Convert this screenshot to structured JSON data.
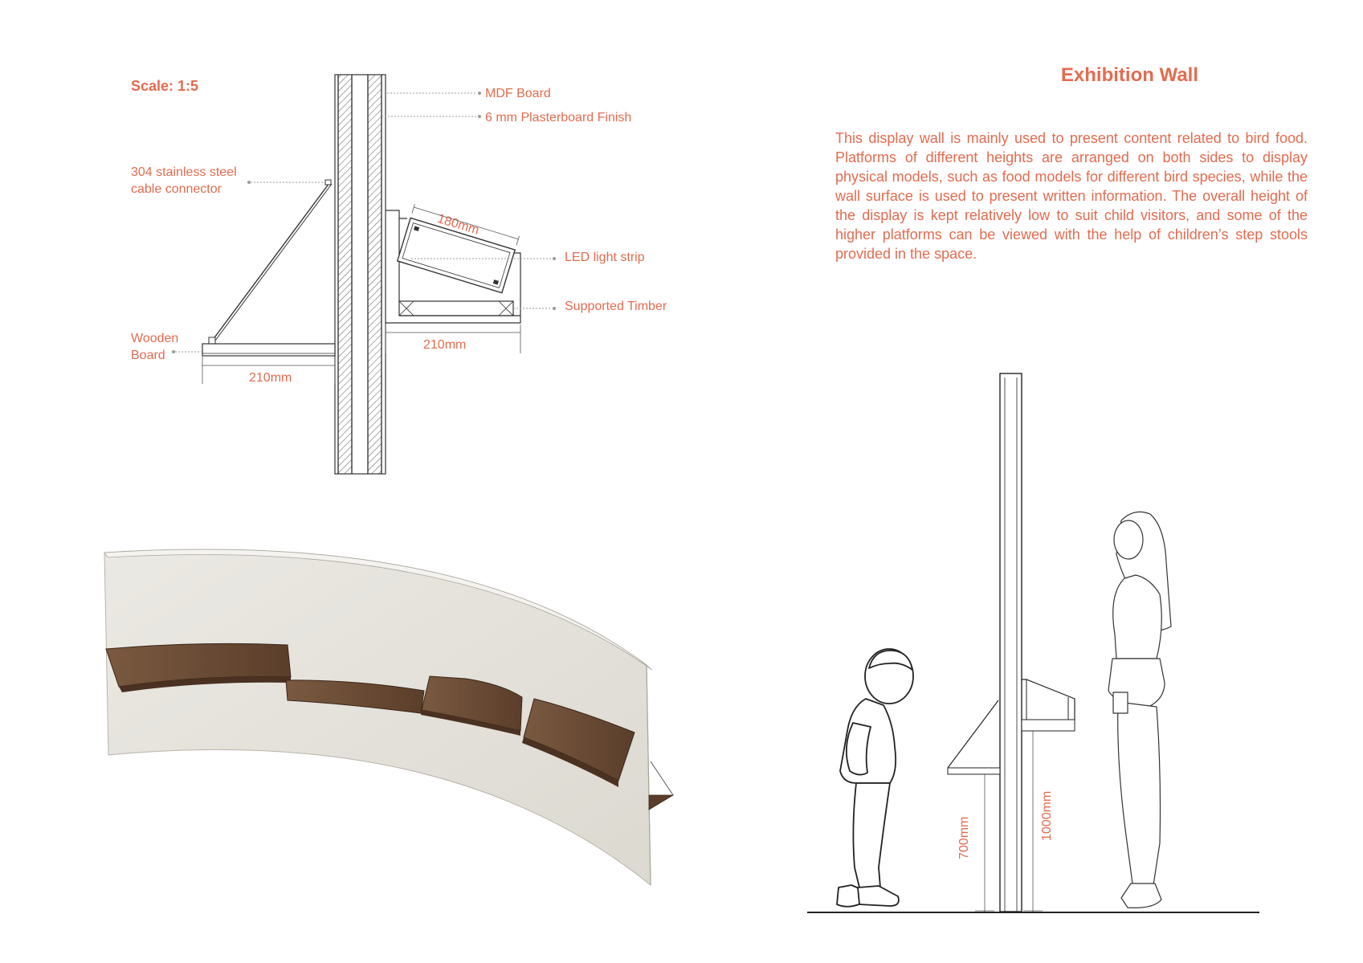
{
  "title": "Exhibition Wall",
  "description": "This display wall is mainly used to present content related to bird food. Platforms of different heights are arranged on both sides to display physical models, such as food models for different bird species, while the wall surface is used to present written information. The overall height of the display is kept relatively low to suit child visitors, and some of the higher platforms can be viewed with the help of children’s step stools provided in the space.",
  "section": {
    "scale": "Scale: 1:5",
    "labels": {
      "mdf": "MDF Board",
      "plasterboard": "6 mm Plasterboard Finish",
      "cable_line1": "304 stainless steel",
      "cable_line2": "cable connector",
      "led": "LED light strip",
      "timber": "Supported Timber",
      "wood_line1": "Wooden",
      "wood_line2": "Board"
    },
    "dims": {
      "angled": "180mm",
      "right_width": "210mm",
      "left_width": "210mm"
    }
  },
  "elevation": {
    "dims": {
      "low": "700mm",
      "high": "1000mm"
    }
  },
  "colors": {
    "accent": "#e46b4f",
    "line": "#333333",
    "leader": "#9a9a9a",
    "wall": "#e8e6e0",
    "wood": "#6b4a33",
    "wood_dark": "#4a3122"
  }
}
